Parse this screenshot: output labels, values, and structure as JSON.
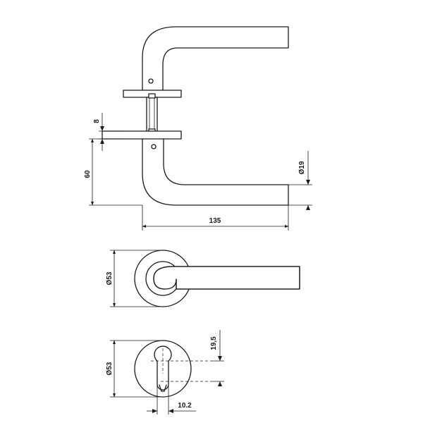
{
  "dimensions": {
    "rose_thickness": "8",
    "height_from_rose": "60",
    "handle_diameter": "Ø19",
    "projection": "135",
    "rose_diameter_top": "Ø53",
    "rose_diameter_bottom": "Ø53",
    "cylinder_offset": "19,5",
    "cylinder_width": "10.2"
  }
}
